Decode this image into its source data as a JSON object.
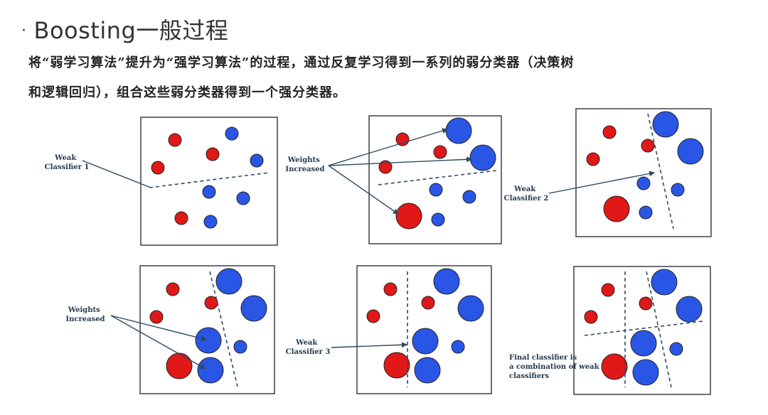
{
  "header": {
    "bullet": "·",
    "title": "Boosting一般过程",
    "description_line1": "将“弱学习算法”提升为“强学习算法”的过程，通过反复学习得到一系列的弱分类器（决策树",
    "description_line2": "和逻辑回归），组合这些弱分类器得到一个强分类器。"
  },
  "labels": {
    "weak_classifier_1": [
      "Weak",
      "Classifier 1"
    ],
    "weights_increased_top": [
      "Weights",
      "Increased"
    ],
    "weak_classifier_2": [
      "Weak",
      "Classifier 2"
    ],
    "weights_increased_bottom": [
      "Weights",
      "Increased"
    ],
    "weak_classifier_3": [
      "Weak",
      "Classifier 3"
    ],
    "final_classifier": [
      "Final classifier is",
      "a combination of weak",
      "classifiers"
    ]
  },
  "colors": {
    "positive_class": "#e01818",
    "negative_class": "#2a56e6",
    "line": "#2d4b63"
  }
}
